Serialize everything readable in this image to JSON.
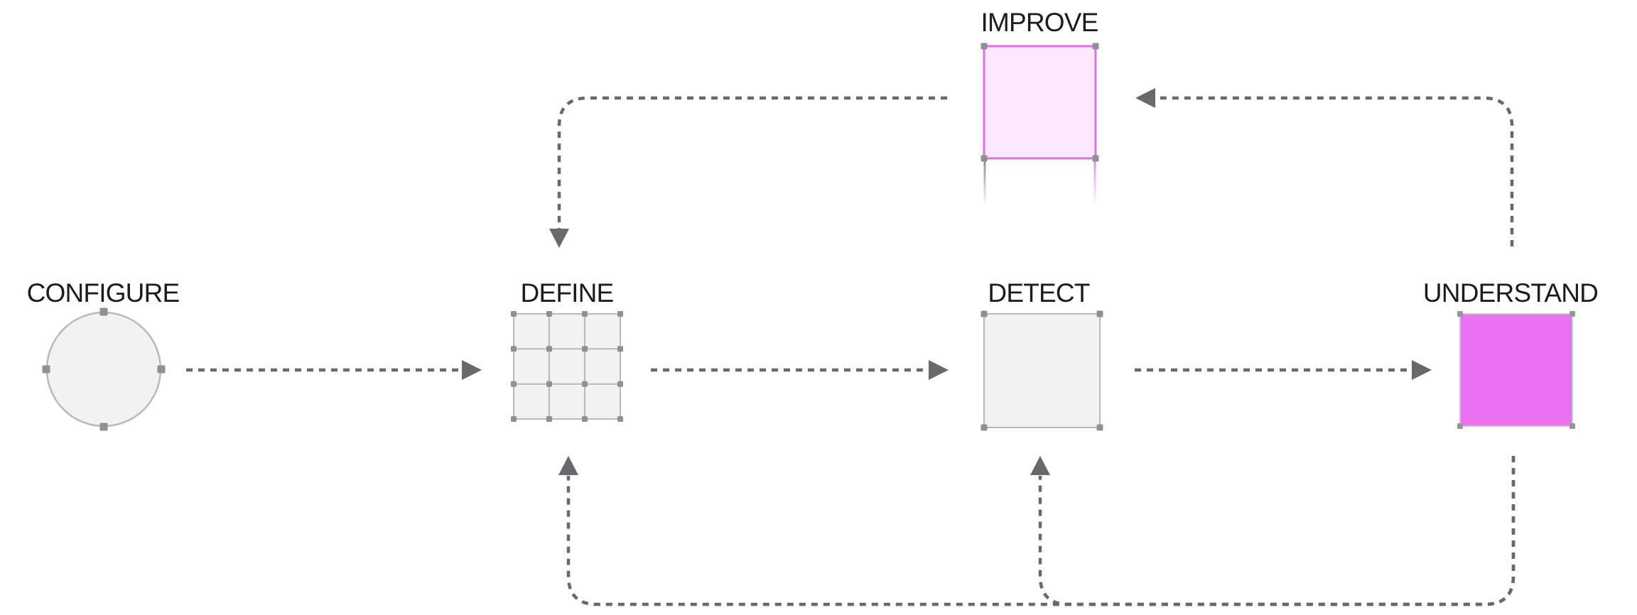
{
  "diagram": {
    "nodes": [
      {
        "id": "configure",
        "label": "CONFIGURE",
        "shape": "circle",
        "fill": "#f2f2f3",
        "stroke": "#b9b9bc"
      },
      {
        "id": "define",
        "label": "DEFINE",
        "shape": "grid-3x3",
        "fill": "#f2f2f3",
        "stroke": "#b9b9bc"
      },
      {
        "id": "detect",
        "label": "DETECT",
        "shape": "square",
        "fill": "#f2f2f3",
        "stroke": "#b9b9bc"
      },
      {
        "id": "understand",
        "label": "UNDERSTAND",
        "shape": "square",
        "fill": "#ea71f0",
        "stroke": "#c9c9cc"
      },
      {
        "id": "improve",
        "label": "IMPROVE",
        "shape": "square",
        "fill": "#fce9fd",
        "stroke": "#df6ee4"
      }
    ],
    "edges": [
      {
        "from": "configure",
        "to": "define",
        "style": "dashed-arrow",
        "route": "middle"
      },
      {
        "from": "define",
        "to": "detect",
        "style": "dashed-arrow",
        "route": "middle"
      },
      {
        "from": "detect",
        "to": "understand",
        "style": "dashed-arrow",
        "route": "middle"
      },
      {
        "from": "understand",
        "to": "improve",
        "style": "dashed-arrow",
        "route": "top"
      },
      {
        "from": "improve",
        "to": "define",
        "style": "dashed-arrow",
        "route": "top"
      },
      {
        "from": "understand",
        "to": "detect",
        "style": "dashed-arrow",
        "route": "bottom"
      },
      {
        "from": "understand",
        "to": "define",
        "style": "dashed-arrow",
        "route": "bottom"
      }
    ]
  },
  "palette": {
    "canvas_bg": "#ffffff",
    "arrow_color": "#67696d",
    "handle_color": "#8f9094",
    "label_color": "#1c1c1e",
    "gray_fill": "#f2f2f3",
    "gray_stroke": "#b9b9bc",
    "magenta_fill": "#ea71f0",
    "magenta_stroke": "#c9c9cc",
    "pink_fill": "#fce9fd",
    "pink_stroke": "#df6ee4"
  }
}
